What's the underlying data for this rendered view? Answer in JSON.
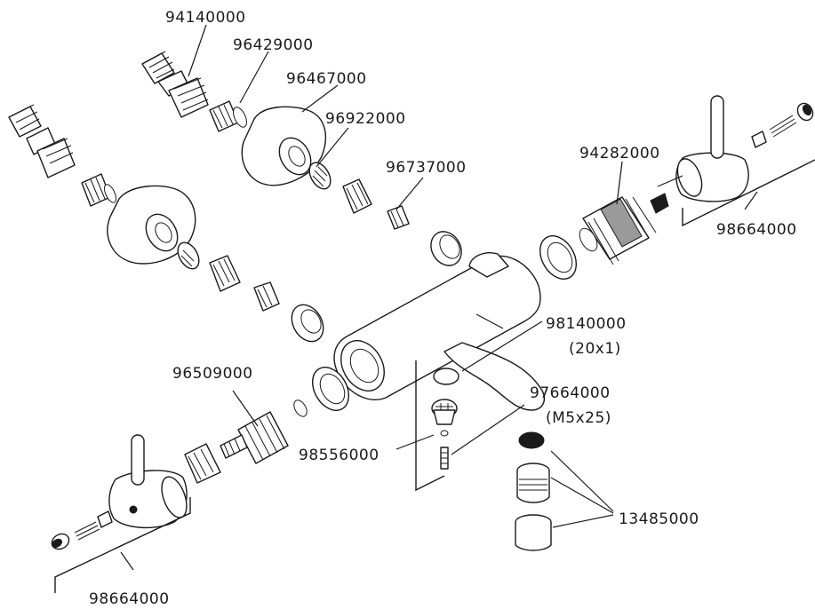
{
  "labels": {
    "p94140000": "94140000",
    "p96429000": "96429000",
    "p96467000": "96467000",
    "p96922000": "96922000",
    "p96737000": "96737000",
    "p94282000": "94282000",
    "p98664000_right": "98664000",
    "p98140000": "98140000",
    "p98140000_spec": "(20x1)",
    "p97664000": "97664000",
    "p97664000_spec": "(M5x25)",
    "p96509000": "96509000",
    "p98556000": "98556000",
    "p13485000": "13485000",
    "p98664000_left": "98664000"
  }
}
